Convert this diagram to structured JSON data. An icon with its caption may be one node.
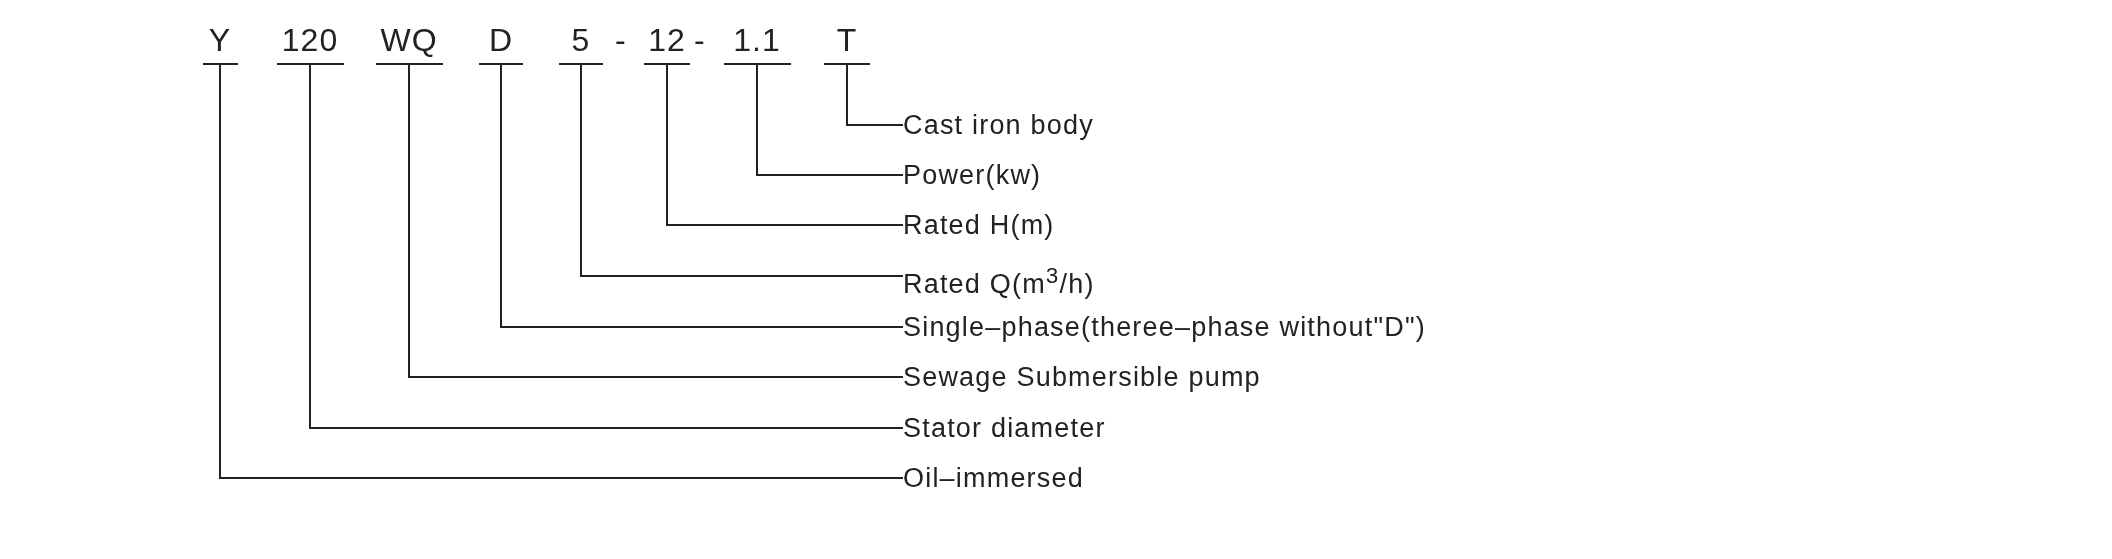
{
  "diagram": {
    "nodes": [
      {
        "text": [
          "Y"
        ]
      },
      {
        "text": [
          "120"
        ]
      },
      {
        "text": [
          "WQ"
        ]
      },
      {
        "text": [
          "D"
        ]
      },
      {
        "text": [
          "5"
        ]
      },
      {
        "text": [
          "12"
        ]
      },
      {
        "text": [
          "1.1"
        ]
      },
      {
        "text": [
          "T"
        ]
      },
      {
        "text": [
          "Cast iron body"
        ]
      },
      {
        "text": [
          "Power(kw)"
        ]
      },
      {
        "text": [
          "Rated H(m)"
        ]
      },
      {
        "text": [
          "Rated Q(m$^{3}$/h)"
        ]
      },
      {
        "text": [
          "Single–phase(theree–phase without\"D\")"
        ]
      },
      {
        "text": [
          "Sewage Submersible pump"
        ]
      },
      {
        "text": [
          "Stator diameter"
        ]
      },
      {
        "text": [
          "Oil–immersed"
        ]
      }
    ],
    "edges": [
      {
        "from": 7,
        "to": 8,
        "arrow": "none"
      },
      {
        "from": 6,
        "to": 9,
        "arrow": "none"
      },
      {
        "from": 5,
        "to": 10,
        "arrow": "none"
      },
      {
        "from": 4,
        "to": 11,
        "arrow": "none"
      },
      {
        "from": 3,
        "to": 12,
        "arrow": "none"
      },
      {
        "from": 2,
        "to": 13,
        "arrow": "none"
      },
      {
        "from": 1,
        "to": 14,
        "arrow": "none"
      },
      {
        "from": 0,
        "to": 15,
        "arrow": "none"
      }
    ],
    "labels": [
      "-",
      "-"
    ]
  }
}
